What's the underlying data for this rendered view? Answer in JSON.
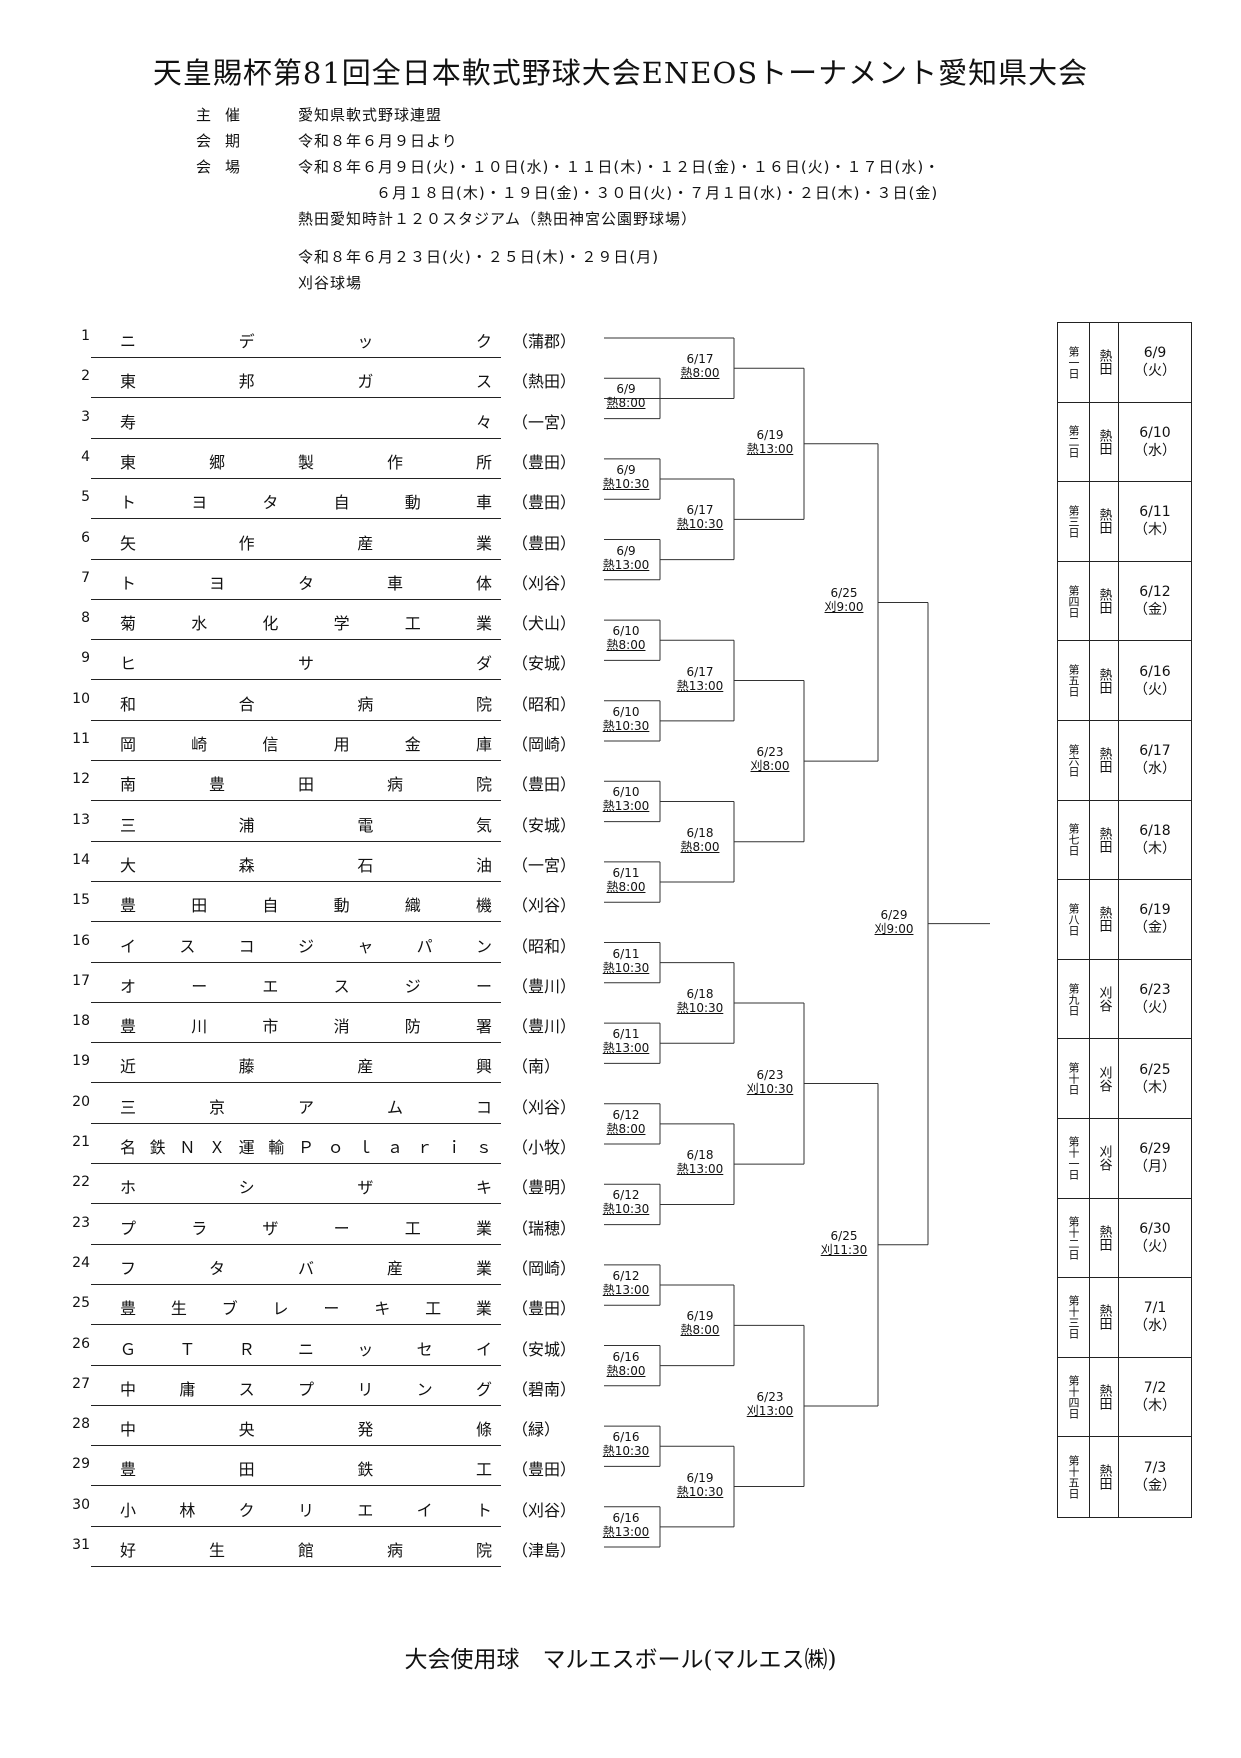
{
  "title": "天皇賜杯第81回全日本軟式野球大会ENEOSトーナメント愛知県大会",
  "info": {
    "organizer_label": "主催",
    "organizer": "愛知県軟式野球連盟",
    "period_label": "会期",
    "period": "令和８年６月９日より",
    "venue_label": "会場",
    "venue_line1": "令和８年６月９日(火)・１０日(水)・１１日(木)・１２日(金)・１６日(火)・１７日(水)・",
    "venue_line2": "６月１８日(木)・１９日(金)・３０日(火)・７月１日(水)・２日(木)・３日(金)",
    "venue_line3": "熱田愛知時計１２０スタジアム（熱田神宮公園野球場）",
    "venue_line4": "令和８年６月２３日(火)・２５日(木)・２９日(月)",
    "venue_line5": "刈谷球場"
  },
  "teams": [
    {
      "no": "1",
      "name": "ニデック",
      "area": "蒲郡"
    },
    {
      "no": "2",
      "name": "東邦ガス",
      "area": "熱田"
    },
    {
      "no": "3",
      "name": "寿々",
      "area": "一宮"
    },
    {
      "no": "4",
      "name": "東郷製作所",
      "area": "豊田"
    },
    {
      "no": "5",
      "name": "トヨタ自動車",
      "area": "豊田"
    },
    {
      "no": "6",
      "name": "矢作産業",
      "area": "豊田"
    },
    {
      "no": "7",
      "name": "トヨタ車体",
      "area": "刈谷"
    },
    {
      "no": "8",
      "name": "菊水化学工業",
      "area": "犬山"
    },
    {
      "no": "9",
      "name": "ヒサダ",
      "area": "安城"
    },
    {
      "no": "10",
      "name": "和合病院",
      "area": "昭和"
    },
    {
      "no": "11",
      "name": "岡崎信用金庫",
      "area": "岡崎"
    },
    {
      "no": "12",
      "name": "南豊田病院",
      "area": "豊田"
    },
    {
      "no": "13",
      "name": "三浦電気",
      "area": "安城"
    },
    {
      "no": "14",
      "name": "大森石油",
      "area": "一宮"
    },
    {
      "no": "15",
      "name": "豊田自動織機",
      "area": "刈谷"
    },
    {
      "no": "16",
      "name": "イスコジャパン",
      "area": "昭和"
    },
    {
      "no": "17",
      "name": "オーエスジー",
      "area": "豊川"
    },
    {
      "no": "18",
      "name": "豊川市消防署",
      "area": "豊川"
    },
    {
      "no": "19",
      "name": "近藤産興",
      "area": "南"
    },
    {
      "no": "20",
      "name": "三京アムコ",
      "area": "刈谷"
    },
    {
      "no": "21",
      "name": "名鉄ＮＸ運輸Ｐｏｌａｒｉｓ",
      "area": "小牧"
    },
    {
      "no": "22",
      "name": "ホシザキ",
      "area": "豊明"
    },
    {
      "no": "23",
      "name": "プラザー工業",
      "area": "瑞穂"
    },
    {
      "no": "24",
      "name": "フタバ産業",
      "area": "岡崎"
    },
    {
      "no": "25",
      "name": "豊生ブレーキ工業",
      "area": "豊田"
    },
    {
      "no": "26",
      "name": "ＧＴＲニッセイ",
      "area": "安城"
    },
    {
      "no": "27",
      "name": "中庸スプリング",
      "area": "碧南"
    },
    {
      "no": "28",
      "name": "中央発條",
      "area": "緑"
    },
    {
      "no": "29",
      "name": "豊田鉄工",
      "area": "豊田"
    },
    {
      "no": "30",
      "name": "小林クリエイト",
      "area": "刈谷"
    },
    {
      "no": "31",
      "name": "好生館病院",
      "area": "津島"
    }
  ],
  "matches": [
    {
      "date": "6/9",
      "time": "熱8:00"
    },
    {
      "date": "6/9",
      "time": "熱10:30"
    },
    {
      "date": "6/9",
      "time": "熱13:00"
    },
    {
      "date": "6/10",
      "time": "熱8:00"
    },
    {
      "date": "6/10",
      "time": "熱10:30"
    },
    {
      "date": "6/10",
      "time": "熱13:00"
    },
    {
      "date": "6/11",
      "time": "熱8:00"
    },
    {
      "date": "6/11",
      "time": "熱10:30"
    },
    {
      "date": "6/11",
      "time": "熱13:00"
    },
    {
      "date": "6/12",
      "time": "熱8:00"
    },
    {
      "date": "6/12",
      "time": "熱10:30"
    },
    {
      "date": "6/12",
      "time": "熱13:00"
    },
    {
      "date": "6/16",
      "time": "熱8:00"
    },
    {
      "date": "6/16",
      "time": "熱10:30"
    },
    {
      "date": "6/16",
      "time": "熱13:00"
    },
    {
      "date": "6/17",
      "time": "熱8:00"
    },
    {
      "date": "6/17",
      "time": "熱10:30"
    },
    {
      "date": "6/17",
      "time": "熱13:00"
    },
    {
      "date": "6/18",
      "time": "熱8:00"
    },
    {
      "date": "6/18",
      "time": "熱10:30"
    },
    {
      "date": "6/18",
      "time": "熱13:00"
    },
    {
      "date": "6/19",
      "time": "熱8:00"
    },
    {
      "date": "6/19",
      "time": "熱10:30"
    },
    {
      "date": "6/19",
      "time": "熱13:00"
    },
    {
      "date": "6/23",
      "time": "刈8:00"
    },
    {
      "date": "6/23",
      "time": "刈10:30"
    },
    {
      "date": "6/23",
      "time": "刈13:00"
    },
    {
      "date": "6/25",
      "time": "刈9:00"
    },
    {
      "date": "6/25",
      "time": "刈11:30"
    },
    {
      "date": "6/29",
      "time": "刈9:00"
    }
  ],
  "schedule": [
    {
      "day": "第一日",
      "venue": "熱田",
      "date": "6/9",
      "dow": "（火）"
    },
    {
      "day": "第二日",
      "venue": "熱田",
      "date": "6/10",
      "dow": "（水）"
    },
    {
      "day": "第三日",
      "venue": "熱田",
      "date": "6/11",
      "dow": "（木）"
    },
    {
      "day": "第四日",
      "venue": "熱田",
      "date": "6/12",
      "dow": "（金）"
    },
    {
      "day": "第五日",
      "venue": "熱田",
      "date": "6/16",
      "dow": "（火）"
    },
    {
      "day": "第六日",
      "venue": "熱田",
      "date": "6/17",
      "dow": "（水）"
    },
    {
      "day": "第七日",
      "venue": "熱田",
      "date": "6/18",
      "dow": "（木）"
    },
    {
      "day": "第八日",
      "venue": "熱田",
      "date": "6/19",
      "dow": "（金）"
    },
    {
      "day": "第九日",
      "venue": "刈谷",
      "date": "6/23",
      "dow": "（火）"
    },
    {
      "day": "第十日",
      "venue": "刈谷",
      "date": "6/25",
      "dow": "（木）"
    },
    {
      "day": "第十一日",
      "venue": "刈谷",
      "date": "6/29",
      "dow": "（月）"
    },
    {
      "day": "第十二日",
      "venue": "熱田",
      "date": "6/30",
      "dow": "（火）"
    },
    {
      "day": "第十三日",
      "venue": "熱田",
      "date": "7/1",
      "dow": "（水）"
    },
    {
      "day": "第十四日",
      "venue": "熱田",
      "date": "7/2",
      "dow": "（木）"
    },
    {
      "day": "第十五日",
      "venue": "熱田",
      "date": "7/3",
      "dow": "（金）"
    }
  ],
  "footer": "大会使用球　マルエスボール(マルエス㈱)"
}
